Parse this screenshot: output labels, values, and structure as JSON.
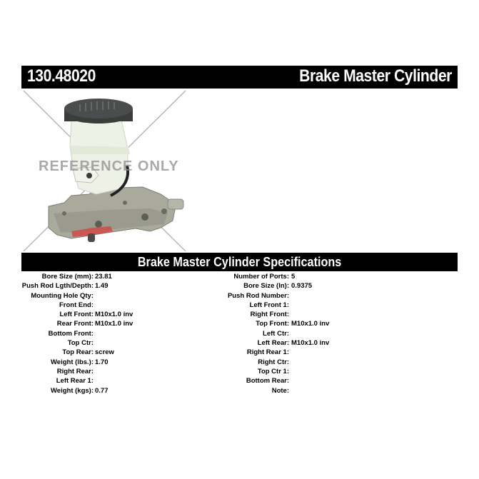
{
  "header": {
    "part_number": "130.48020",
    "part_name": "Brake Master Cylinder"
  },
  "image": {
    "watermark": "REFERENCE ONLY",
    "alt": "brake-master-cylinder-photo"
  },
  "specs": {
    "title": "Brake Master Cylinder Specifications",
    "left": [
      {
        "label": "Bore Size (mm):",
        "value": "23.81"
      },
      {
        "label": "Push Rod Lgth/Depth:",
        "value": "1.49"
      },
      {
        "label": "Mounting Hole Qty:",
        "value": ""
      },
      {
        "label": "Front End:",
        "value": ""
      },
      {
        "label": "Left Front:",
        "value": "M10x1.0 inv"
      },
      {
        "label": "Rear Front:",
        "value": "M10x1.0 inv"
      },
      {
        "label": "Bottom Front:",
        "value": ""
      },
      {
        "label": "Top Ctr:",
        "value": ""
      },
      {
        "label": "Top Rear:",
        "value": "screw"
      },
      {
        "label": "Weight (lbs.):",
        "value": "1.70"
      },
      {
        "label": "Right Rear:",
        "value": ""
      },
      {
        "label": "Left Rear 1:",
        "value": ""
      },
      {
        "label": "Weight (kgs):",
        "value": "0.77"
      }
    ],
    "right": [
      {
        "label": "Number of Ports:",
        "value": "5"
      },
      {
        "label": "Bore Size (In):",
        "value": "0.9375"
      },
      {
        "label": "Push Rod Number:",
        "value": ""
      },
      {
        "label": "Left Front 1:",
        "value": ""
      },
      {
        "label": "Right Front:",
        "value": ""
      },
      {
        "label": "Top Front:",
        "value": "M10x1.0 inv"
      },
      {
        "label": "Left Ctr:",
        "value": ""
      },
      {
        "label": "Left Rear:",
        "value": "M10x1.0 inv"
      },
      {
        "label": "Right Rear 1:",
        "value": ""
      },
      {
        "label": "Right Ctr:",
        "value": ""
      },
      {
        "label": "Top Ctr 1:",
        "value": ""
      },
      {
        "label": "Bottom Rear:",
        "value": ""
      },
      {
        "label": "Note:",
        "value": ""
      }
    ]
  },
  "colors": {
    "bar_bg": "#000000",
    "bar_text": "#ffffff",
    "watermark": "#8c8c8c",
    "cap": "#3a3d3b",
    "reservoir": "#eef2e6",
    "body_metal": "#a9aa9c",
    "red_marking": "#d24a48"
  }
}
